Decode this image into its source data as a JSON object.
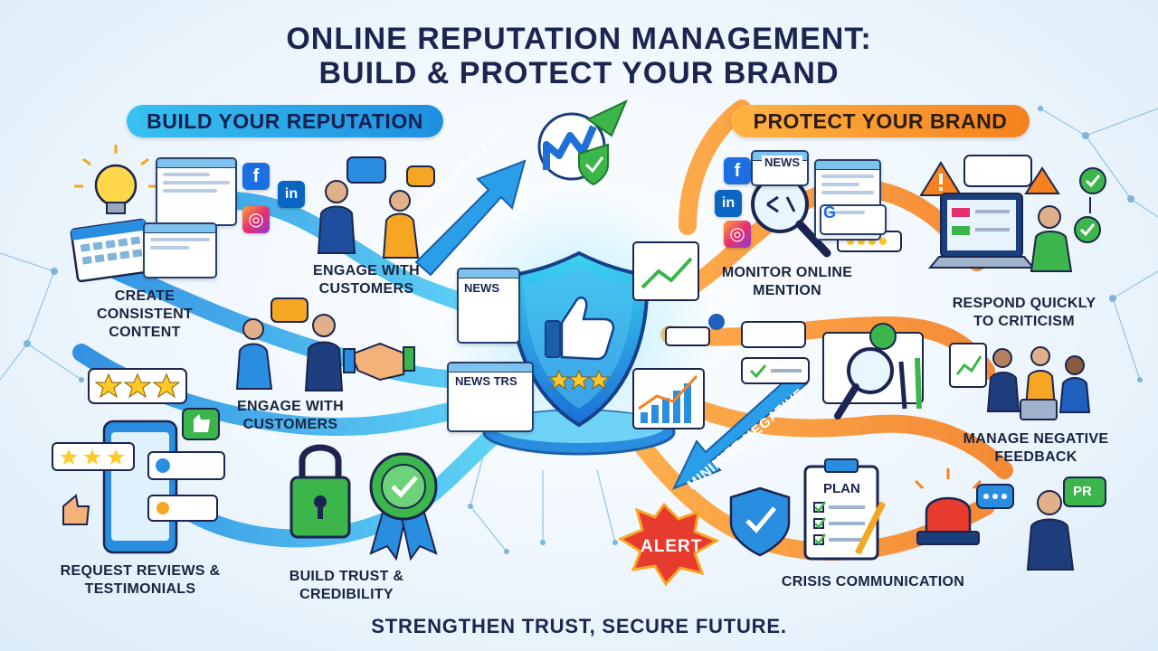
{
  "header": {
    "title_line1": "ONLINE REPUTATION MANAGEMENT:",
    "title_line2": "BUILD & PROTECT YOUR BRAND"
  },
  "sections": {
    "build": "BUILD YOUR REPUTATION",
    "protect": "PROTECT YOUR BRAND"
  },
  "steps": {
    "create_content": "CREATE CONSISTENT CONTENT",
    "engage_top": "ENGAGE WITH CUSTOMERS",
    "engage_mid": "ENGAGE WITH CUSTOMERS",
    "request_reviews": "REQUEST REVIEWS & TESTIMONIALS",
    "build_trust": "BUILD TRUST & CREDIBILITY",
    "monitor": "MONITOR ONLINE MENTION",
    "respond": "RESPOND QUICKLY TO CRITICISM",
    "manage_feedback": "MANAGE NEGATIVE FEEDBACK",
    "crisis": "CRISIS COMMUNICATION"
  },
  "arrows": {
    "build_positive": "BUILD POSITIVE",
    "minimize_negative": "MINIMIZE NEGATIVE"
  },
  "badges": {
    "news_1": "NEWS",
    "news_2": "NEWS TRS",
    "news_3": "NEWS",
    "alert": "ALERT",
    "plan": "PLAN",
    "pr": "PR",
    "fb": "f",
    "li": "in"
  },
  "footer": "STRENGTHEN TRUST, SECURE FUTURE.",
  "colors": {
    "blue": "#1e8fe0",
    "orange": "#f5811f",
    "navy": "#1b2550",
    "green": "#3cb54a"
  },
  "icons": [
    "lightbulb-icon",
    "calendar-icon",
    "shield-thumbs-up-icon",
    "growth-logo-icon",
    "magnifier-icon",
    "padlock-icon",
    "award-ribbon-icon",
    "handshake-icon",
    "alert-burst-icon",
    "siren-icon",
    "clipboard-plan-icon",
    "laptop-icon"
  ]
}
